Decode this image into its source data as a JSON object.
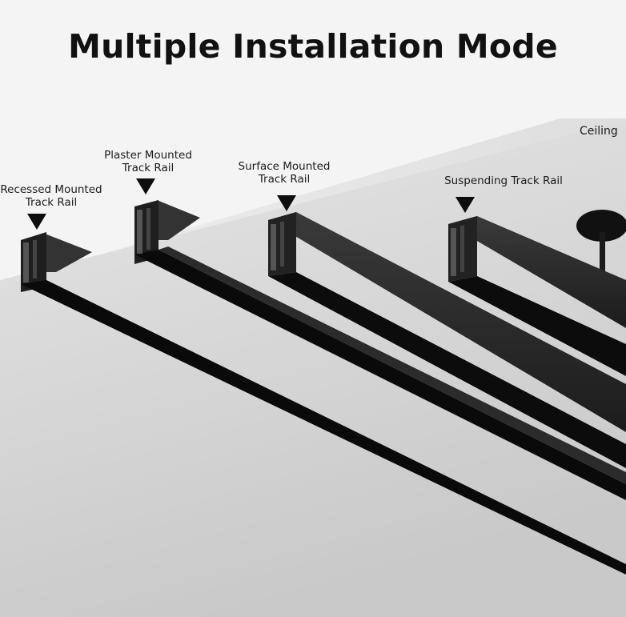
{
  "title": "Multiple Installation Mode",
  "ceiling_label": "Ceiling",
  "labels": [
    {
      "line1": "Recessed Mounted",
      "line2": "Track Rail"
    },
    {
      "line1": "Plaster Mounted",
      "line2": "Track Rail"
    },
    {
      "line1": "Surface Mounted",
      "line2": "Track Rail"
    },
    {
      "line1": "Suspending Track Rail",
      "line2": ""
    }
  ],
  "colors": {
    "background": "#f4f4f4",
    "ceiling": "#d9d9d9",
    "rail": "#1a1a1a",
    "rail_side": "#303030",
    "text": "#111111"
  }
}
